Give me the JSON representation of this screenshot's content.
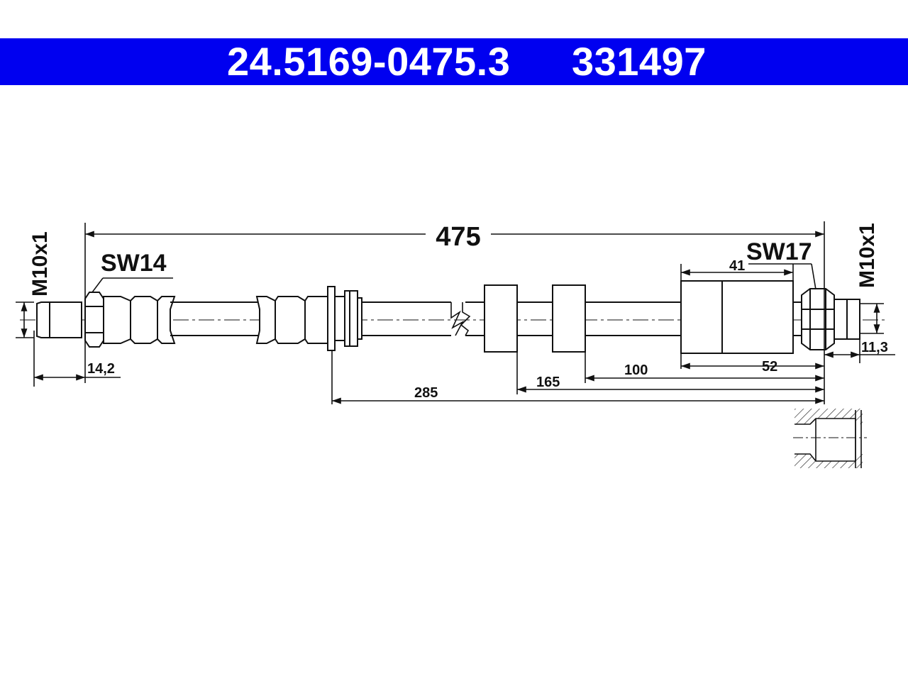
{
  "header": {
    "part_number": "24.5169-0475.3",
    "reference": "331497",
    "background": "#0000f0"
  },
  "drawing": {
    "overall_length": "475",
    "wrench_left": "SW14",
    "wrench_right": "SW17",
    "thread_left": "M10x1",
    "thread_right": "M10x1",
    "dims": {
      "d_14_2": "14,2",
      "d_41": "41",
      "d_11_3": "11,3",
      "d_100": "100",
      "d_52": "52",
      "d_165": "165",
      "d_285": "285"
    }
  }
}
